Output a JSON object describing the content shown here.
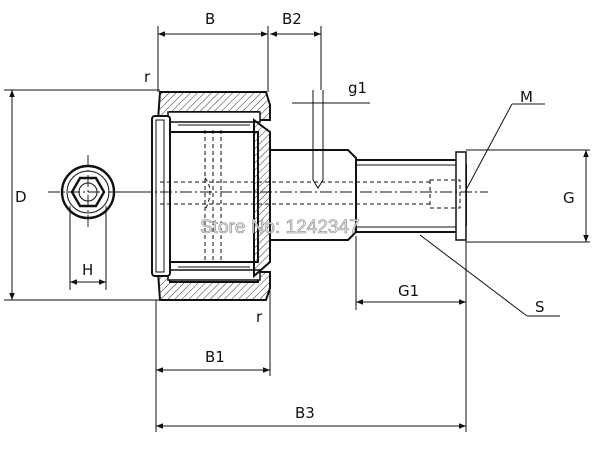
{
  "labels": {
    "B": "B",
    "B2": "B2",
    "r_top": "r",
    "g1": "g1",
    "M": "M",
    "D": "D",
    "G": "G",
    "H": "H",
    "G1": "G1",
    "S": "S",
    "r_bottom": "r",
    "B1": "B1",
    "B3": "B3"
  },
  "watermark": "Store No: 1242347",
  "colors": {
    "line": "#111111",
    "hatch": "#333333"
  }
}
